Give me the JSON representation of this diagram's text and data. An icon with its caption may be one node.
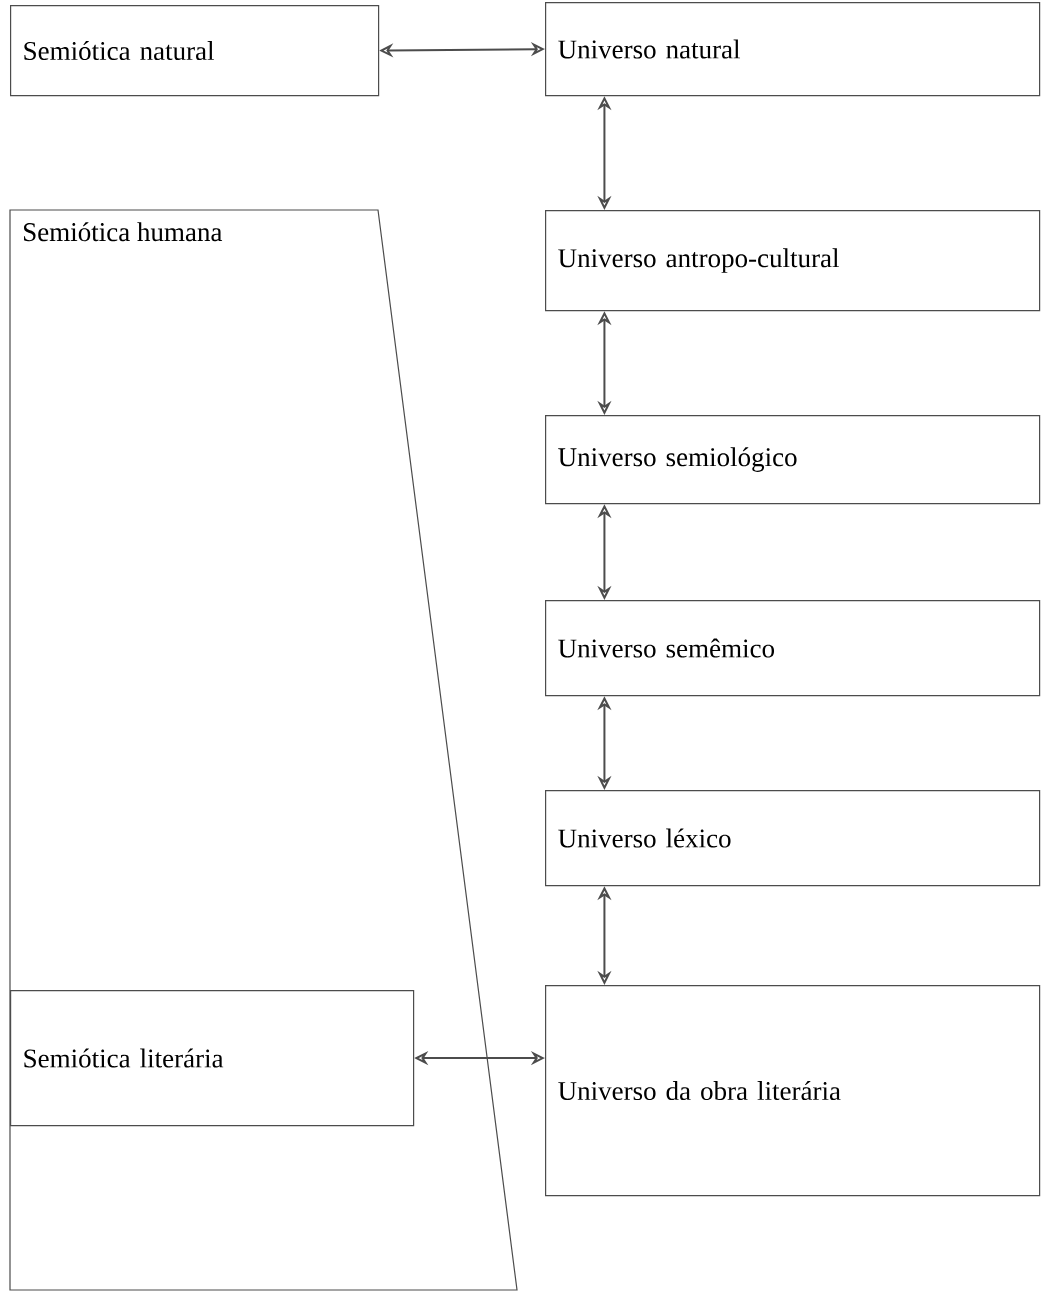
{
  "diagram": {
    "nodes": [
      {
        "text": [
          "Semiótica natural"
        ]
      },
      {
        "text": [
          "Universo natural"
        ]
      },
      {
        "text": [
          "Semiótica humana"
        ]
      },
      {
        "text": [
          "Universo antropo-cultural"
        ]
      },
      {
        "text": [
          "Universo semiológico"
        ]
      },
      {
        "text": [
          "Universo semêmico"
        ]
      },
      {
        "text": [
          "Universo léxico"
        ]
      },
      {
        "text": [
          "Semiótica literária"
        ],
        "in": 2
      },
      {
        "text": [
          "Universo da obra literária"
        ]
      }
    ],
    "edges": [
      {
        "from": 0,
        "to": 1,
        "arrow": "both"
      },
      {
        "from": 1,
        "to": 3,
        "arrow": "both"
      },
      {
        "from": 3,
        "to": 4,
        "arrow": "both"
      },
      {
        "from": 4,
        "to": 5,
        "arrow": "both"
      },
      {
        "from": 5,
        "to": 6,
        "arrow": "both"
      },
      {
        "from": 6,
        "to": 8,
        "arrow": "both"
      },
      {
        "from": 7,
        "to": 8,
        "arrow": "both"
      }
    ]
  }
}
